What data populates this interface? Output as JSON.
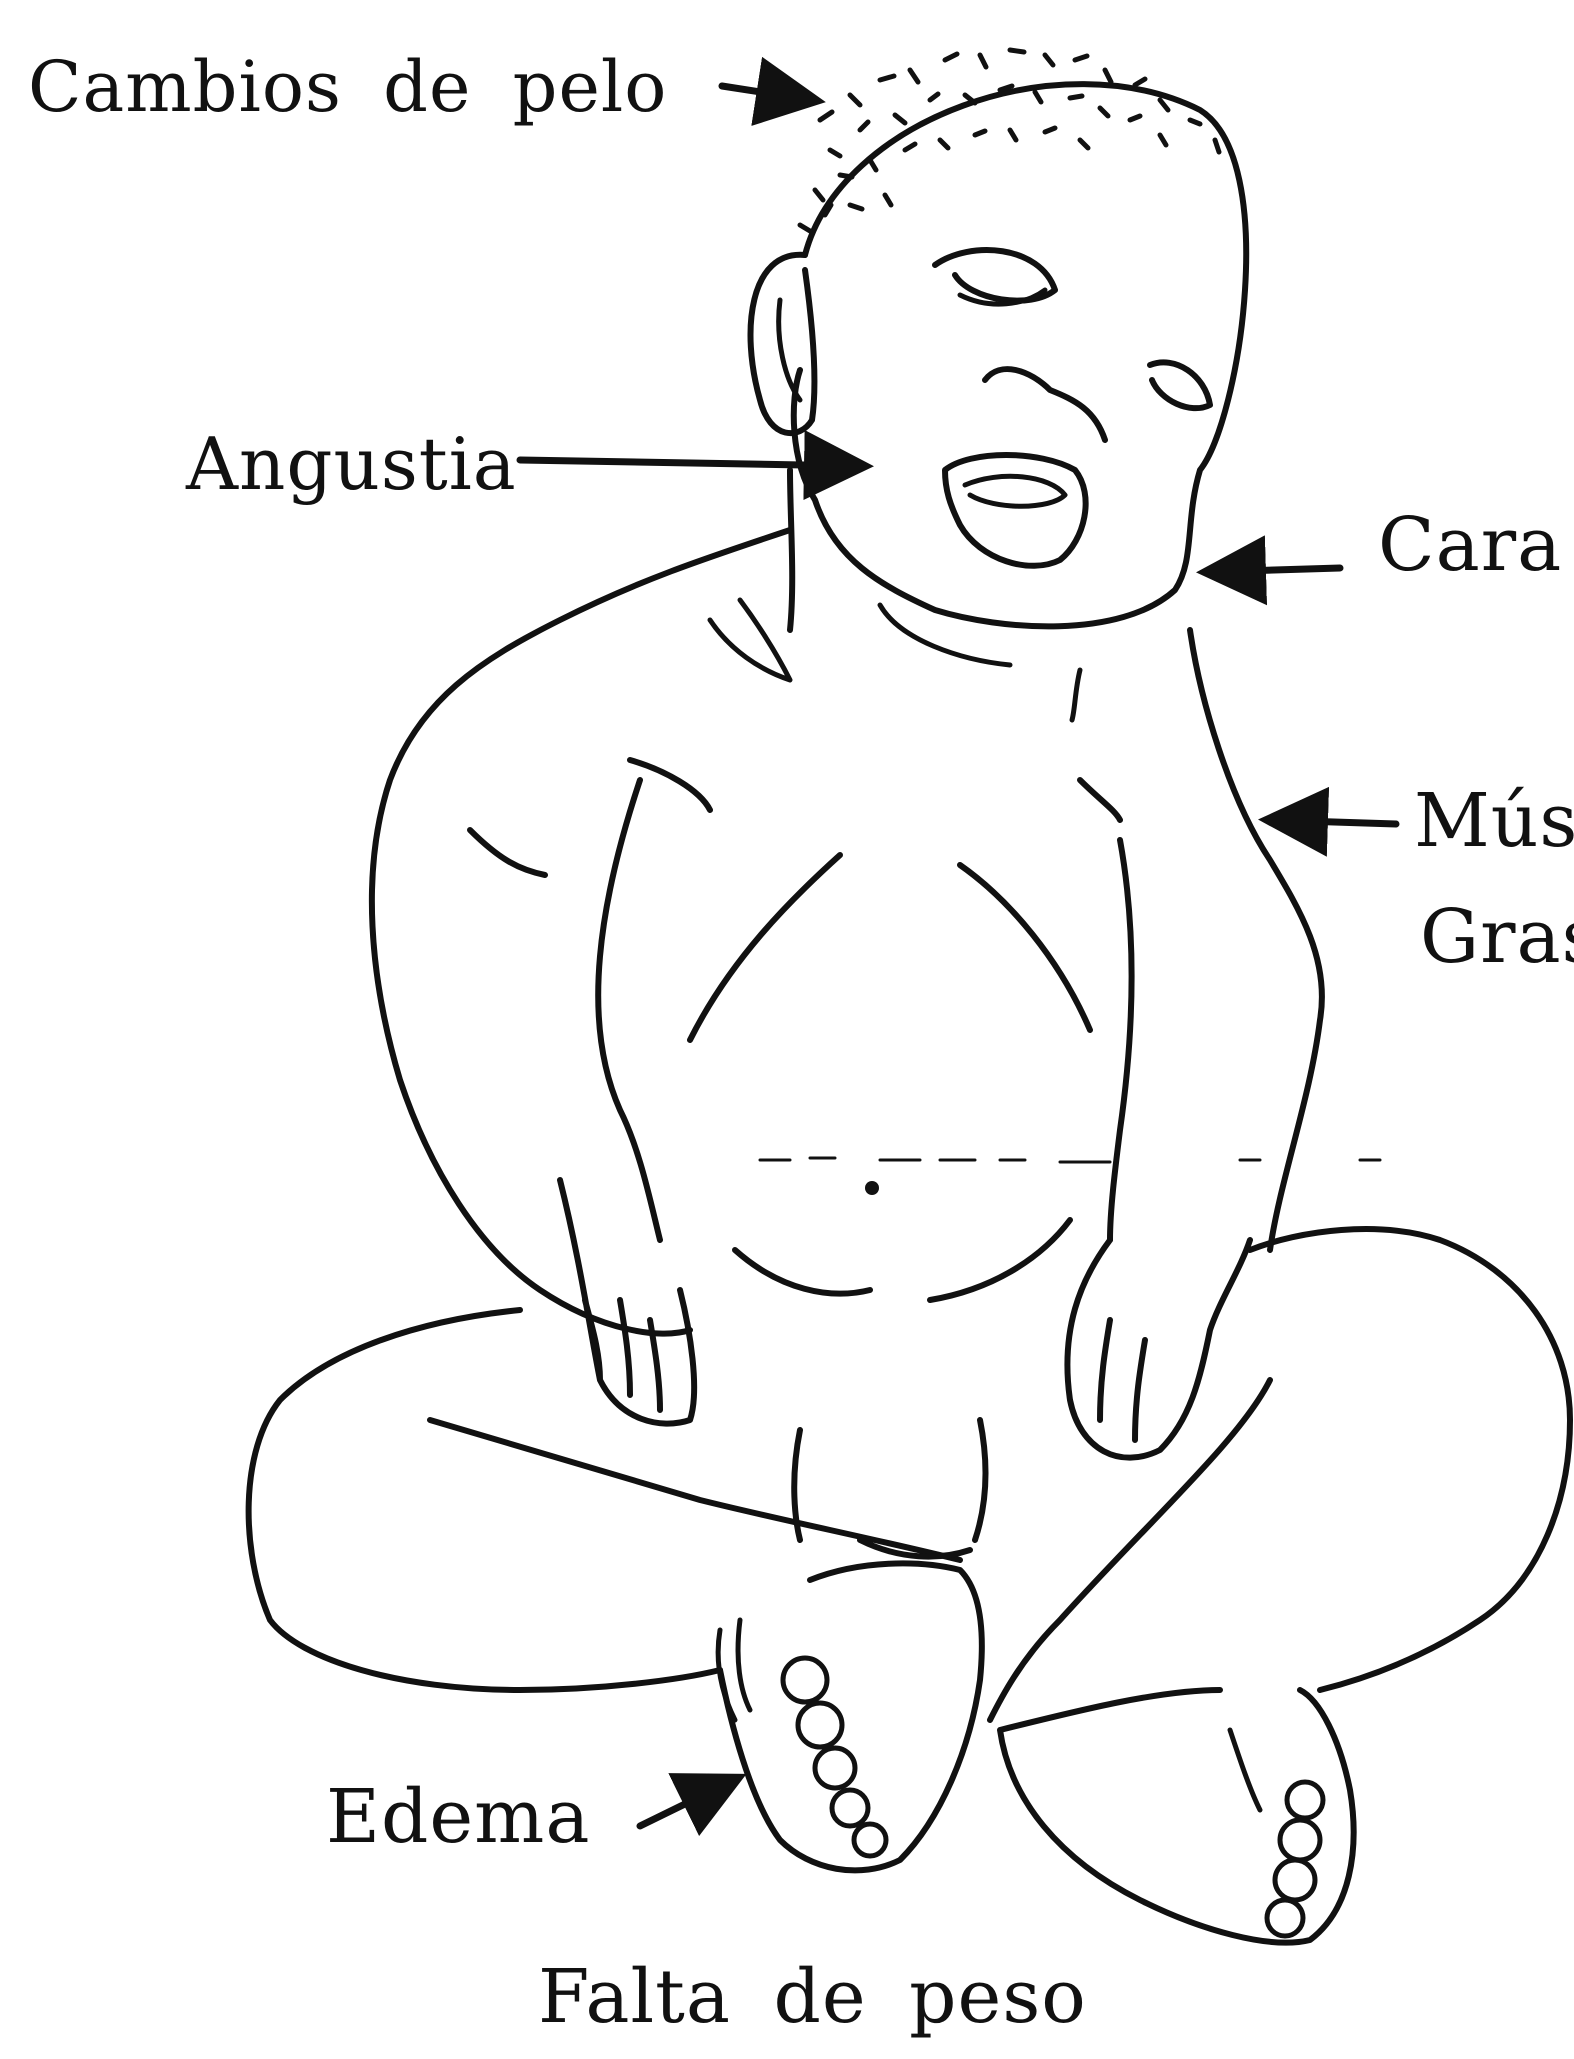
{
  "labels": {
    "hair_changes": "Cambios de pelo",
    "distress": "Angustia",
    "face": "Cara",
    "muscle": "Mús",
    "fat": "Gras",
    "edema": "Edema",
    "weight_loss": "Falta de peso"
  },
  "colors": {
    "ink": "#111111",
    "paper": "#ffffff"
  }
}
